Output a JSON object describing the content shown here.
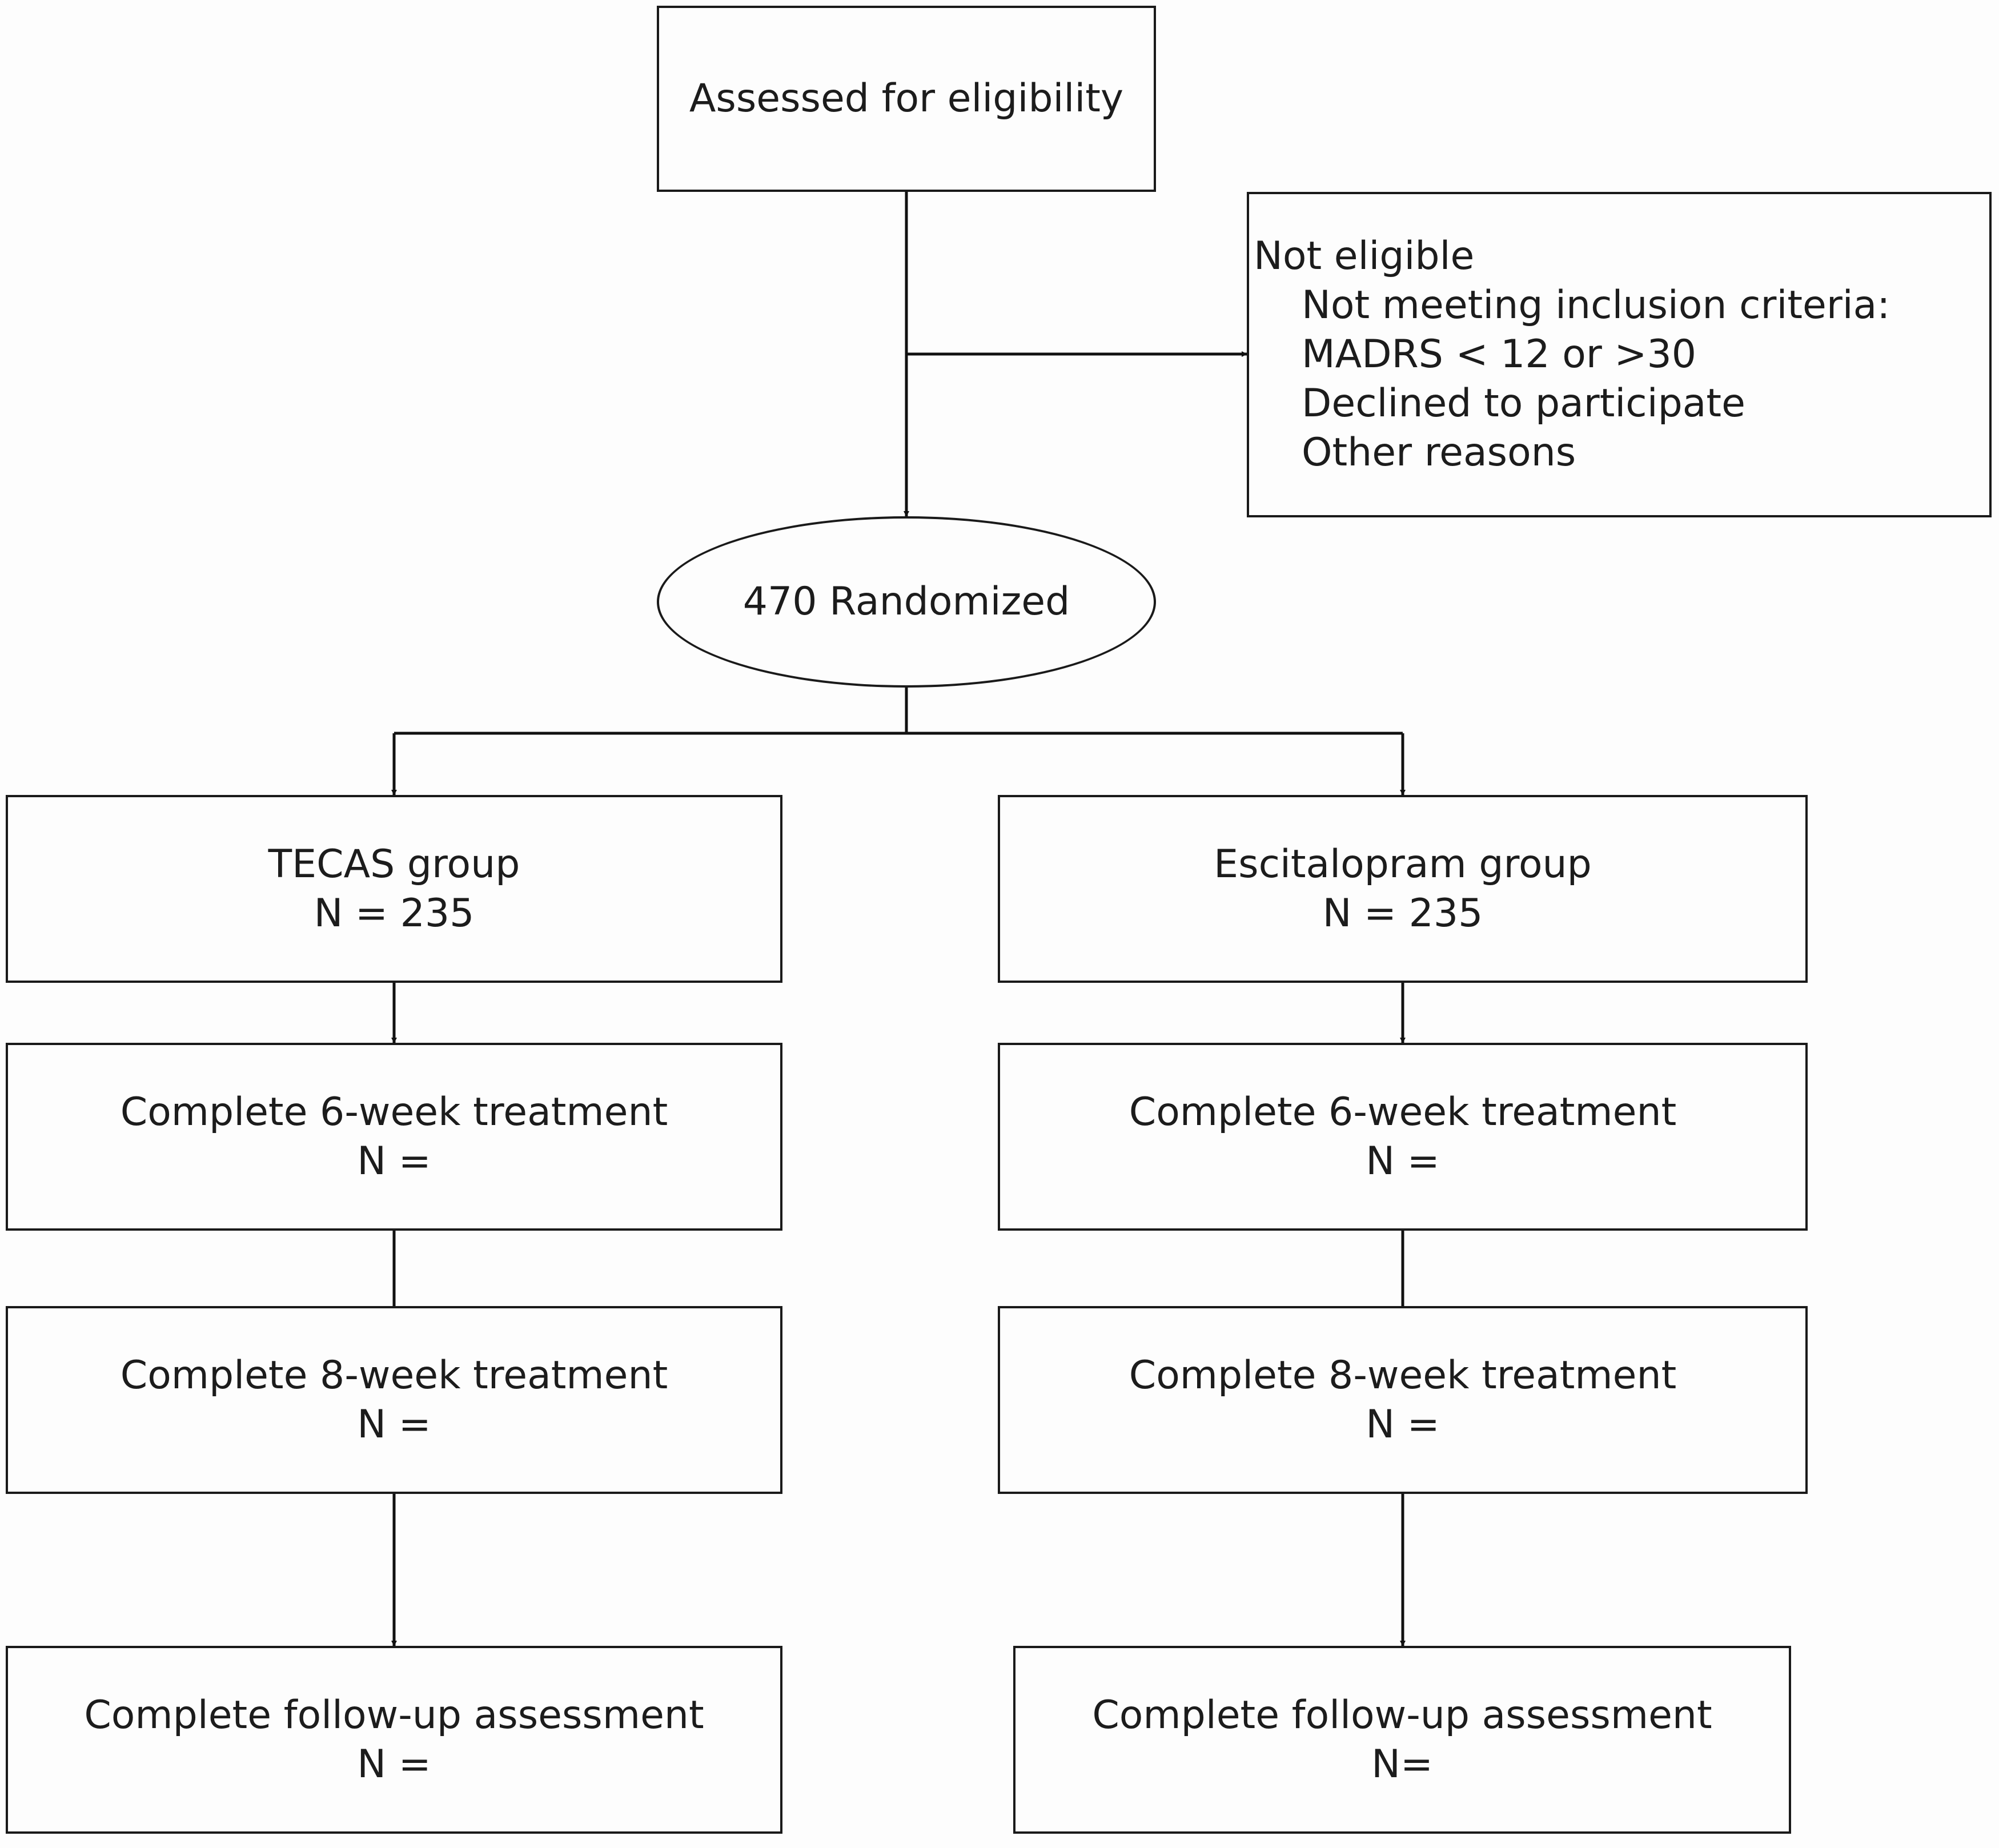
{
  "assessed": {
    "label": "Assessed for eligibility"
  },
  "not_eligible": {
    "title": "Not eligible",
    "items": [
      "Not meeting inclusion criteria:",
      "MADRS < 12 or >30",
      "Declined to participate",
      "Other reasons"
    ]
  },
  "randomized": {
    "label": "470 Randomized"
  },
  "left_arm": {
    "group": {
      "line1": "TECAS group",
      "line2": "N = 235"
    },
    "week6": {
      "line1": "Complete 6-week treatment",
      "line2": "N ="
    },
    "week8": {
      "line1": "Complete 8-week treatment",
      "line2": "N ="
    },
    "followup": {
      "line1": "Complete follow-up assessment",
      "line2": "N ="
    }
  },
  "right_arm": {
    "group": {
      "line1": "Escitalopram group",
      "line2": "N = 235"
    },
    "week6": {
      "line1": "Complete 6-week treatment",
      "line2": "N ="
    },
    "week8": {
      "line1": "Complete 8-week treatment",
      "line2": "N ="
    },
    "followup": {
      "line1": "Complete follow-up assessment",
      "line2": "N="
    }
  }
}
